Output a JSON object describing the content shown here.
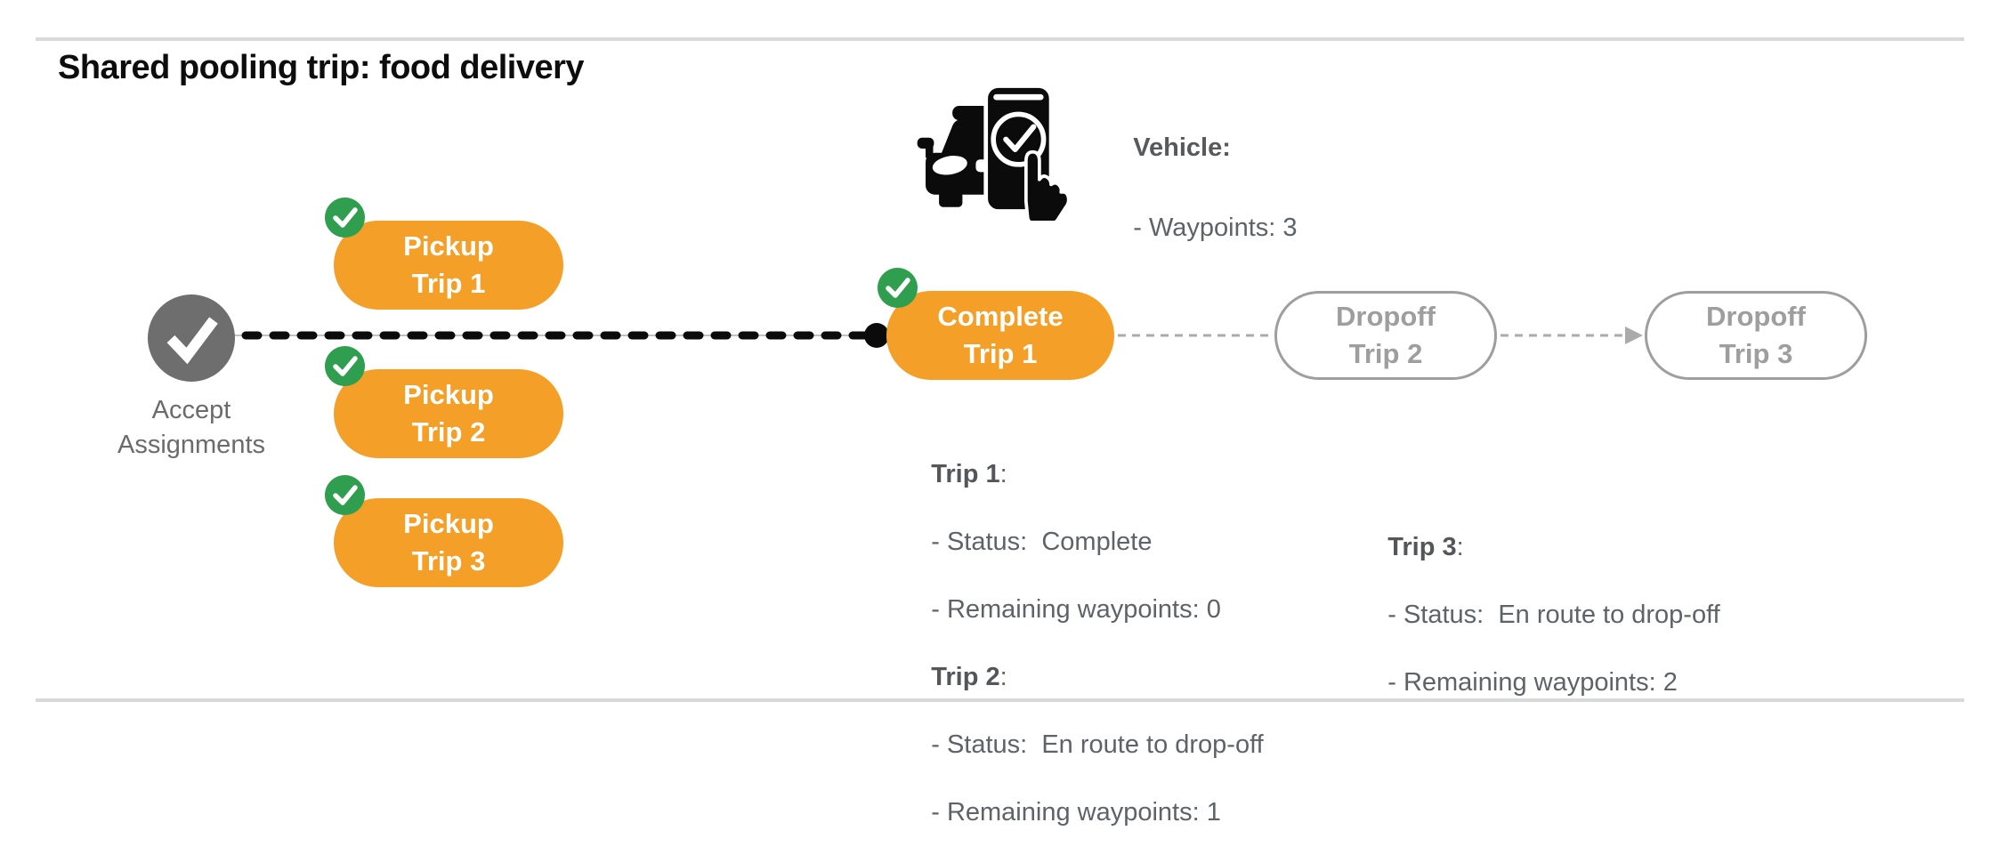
{
  "title": "Shared pooling trip: food delivery",
  "vehicle": {
    "label": "Vehicle:",
    "waypoints_line": "- Waypoints: 3"
  },
  "flow": {
    "accept": {
      "line1": "Accept",
      "line2": "Assignments"
    },
    "pickups": [
      {
        "line1": "Pickup",
        "line2": "Trip 1"
      },
      {
        "line1": "Pickup",
        "line2": "Trip 2"
      },
      {
        "line1": "Pickup",
        "line2": "Trip 3"
      }
    ],
    "complete": {
      "line1": "Complete",
      "line2": "Trip 1"
    },
    "dropoffs": [
      {
        "line1": "Dropoff",
        "line2": "Trip 2"
      },
      {
        "line1": "Dropoff",
        "line2": "Trip 3"
      }
    ]
  },
  "status_left": {
    "trip1": {
      "name": "Trip 1",
      "colon": ":",
      "status": "- Status:  Complete",
      "waypoints": "- Remaining waypoints: 0"
    },
    "trip2": {
      "name": "Trip 2",
      "colon": ":",
      "status": "- Status:  En route to drop-off",
      "waypoints": "- Remaining waypoints: 1"
    }
  },
  "status_right": {
    "trip3": {
      "name": "Trip 3",
      "colon": ":",
      "status": "- Status:  En route to drop-off",
      "waypoints": "- Remaining waypoints: 2"
    }
  },
  "icons": {
    "vehicle": "car-with-phone-check-icon",
    "accept": "check-circle-icon",
    "pill_badge": "check-badge-icon",
    "connector_dot": "waypoint-dot",
    "arrow": "right-arrowhead"
  },
  "colors": {
    "orange": "#f4a028",
    "green": "#2f9e4e",
    "gray_node": "#6e6e6e",
    "text_gray": "#5f6368",
    "outline_gray": "#9e9e9e",
    "rule_gray": "#d9d9d9",
    "black": "#0b0b0b"
  }
}
